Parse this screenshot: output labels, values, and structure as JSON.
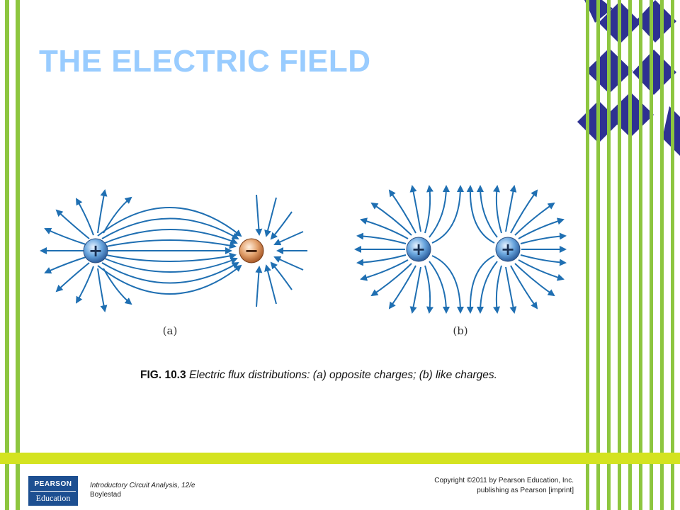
{
  "slide": {
    "title": "THE ELECTRIC FIELD"
  },
  "figure": {
    "part_a": {
      "label": "(a)",
      "charges": [
        {
          "symbol": "+"
        },
        {
          "symbol": "−"
        }
      ]
    },
    "part_b": {
      "label": "(b)",
      "charges": [
        {
          "symbol": "+"
        },
        {
          "symbol": "+"
        }
      ]
    },
    "caption_label": "FIG. 10.3",
    "caption_text": "Electric flux distributions: (a) opposite charges; (b) like charges."
  },
  "footer": {
    "logo_top": "PEARSON",
    "logo_bottom": "Education",
    "book_title": "Introductory Circuit Analysis, 12/e",
    "book_author": "Boylestad",
    "copyright_line1": "Copyright ©2011 by Pearson Education, Inc.",
    "copyright_line2": "publishing as Pearson [imprint]"
  },
  "colors": {
    "title": "#99ccff",
    "stripe_green": "#8dc63f",
    "diamond_navy": "#2e3192",
    "field_line": "#1f6fb2",
    "bar_yellow_green": "#d4e320",
    "logo_blue": "#1d4f91"
  }
}
